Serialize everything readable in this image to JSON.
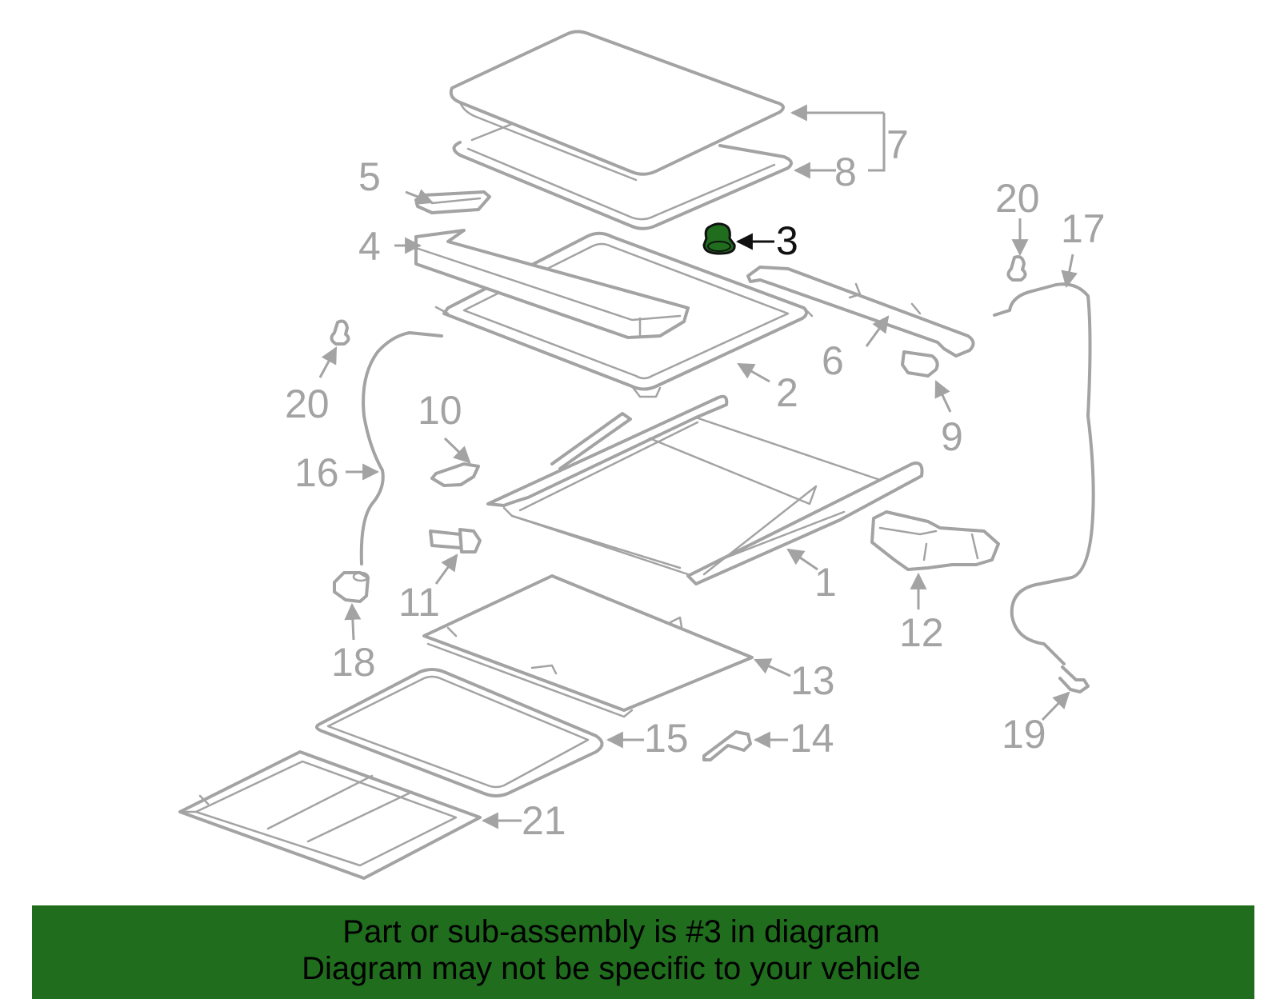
{
  "diagram": {
    "callouts": {
      "c1": "1",
      "c2": "2",
      "c3": "3",
      "c4": "4",
      "c5": "5",
      "c6": "6",
      "c7": "7",
      "c8": "8",
      "c9": "9",
      "c10": "10",
      "c11": "11",
      "c12": "12",
      "c13": "13",
      "c14": "14",
      "c15": "15",
      "c16": "16",
      "c17": "17",
      "c18": "18",
      "c19": "19",
      "c20a": "20",
      "c20b": "20",
      "c21": "21"
    },
    "highlight_color": "#1f6d1d",
    "line_color": "#a3a3a3"
  },
  "banner": {
    "line1": "Part or sub-assembly is #3 in diagram",
    "line2": "Diagram may not be specific to your vehicle",
    "background": "#1f6d1d"
  }
}
